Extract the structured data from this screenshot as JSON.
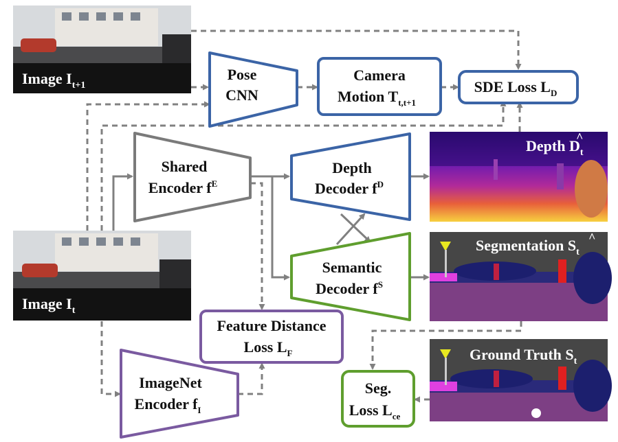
{
  "colors": {
    "pose_branch": "#3b64a6",
    "shared": "#7a7a7a",
    "semantic": "#5f9e2e",
    "imagenet": "#7a5aa0",
    "arrow": "#808080"
  },
  "images": {
    "image_t1": {
      "label": "Image I",
      "sub": "t+1"
    },
    "image_t": {
      "label": "Image I",
      "sub": "t"
    },
    "depth": {
      "label": "Depth D",
      "sub": "t"
    },
    "segmentation": {
      "label": "Segmentation S",
      "sub": "t"
    },
    "ground_truth": {
      "label": "Ground Truth S",
      "sub": "t"
    }
  },
  "blocks": {
    "pose_cnn": {
      "line1": "Pose",
      "line2": "CNN"
    },
    "camera_motion": {
      "line1": "Camera",
      "line2": "Motion T",
      "sub": "t,t+1"
    },
    "sde_loss": {
      "label": "SDE Loss L",
      "sub": "D"
    },
    "shared_encoder": {
      "line1": "Shared",
      "line2": "Encoder f",
      "sup": "E"
    },
    "depth_decoder": {
      "line1": "Depth",
      "line2": "Decoder f",
      "sup": "D"
    },
    "semantic_decoder": {
      "line1": "Semantic",
      "line2": "Decoder f",
      "sup": "S"
    },
    "feature_loss": {
      "line1": "Feature Distance",
      "line2": "Loss L",
      "sub": "F"
    },
    "imagenet_encoder": {
      "line1": "ImageNet",
      "line2": "Encoder f",
      "sub": "I"
    },
    "seg_loss": {
      "line1": "Seg.",
      "line2": "Loss L",
      "sub": "ce"
    }
  }
}
